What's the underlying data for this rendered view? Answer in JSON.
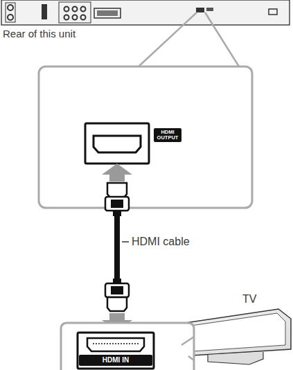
{
  "diagram": {
    "nodes": [
      {
        "text": [
          "HDMI OUTPUT"
        ]
      },
      {
        "text": [
          "HDMI IN"
        ]
      }
    ],
    "labels": [
      "Rear of this unit",
      "HDMI cable",
      "TV"
    ]
  }
}
